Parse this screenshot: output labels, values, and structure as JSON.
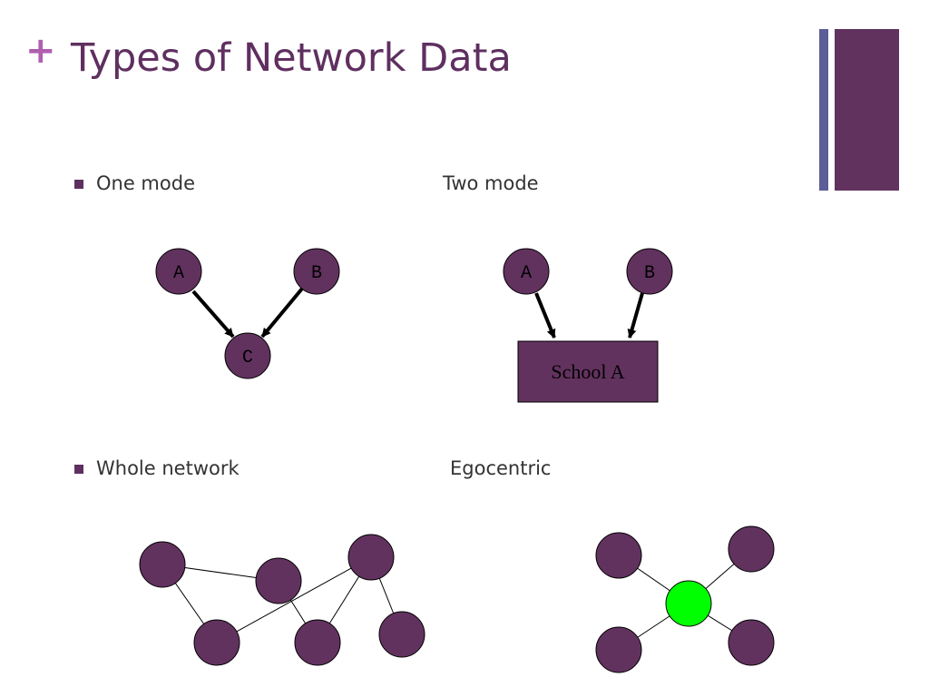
{
  "slide": {
    "plus": "+",
    "title": "Types of Network Data"
  },
  "sections": {
    "one_mode": "One mode",
    "two_mode": "Two mode",
    "whole_network": "Whole network",
    "egocentric": "Egocentric"
  },
  "one_mode_graph": {
    "nodes": [
      "A",
      "B",
      "C"
    ]
  },
  "two_mode_graph": {
    "nodes": [
      "A",
      "B"
    ],
    "box": "School A"
  },
  "colors": {
    "node": "#62325f",
    "ego": "#00ff00",
    "title": "#5f2f60",
    "accent_plus": "#b05fb0"
  }
}
